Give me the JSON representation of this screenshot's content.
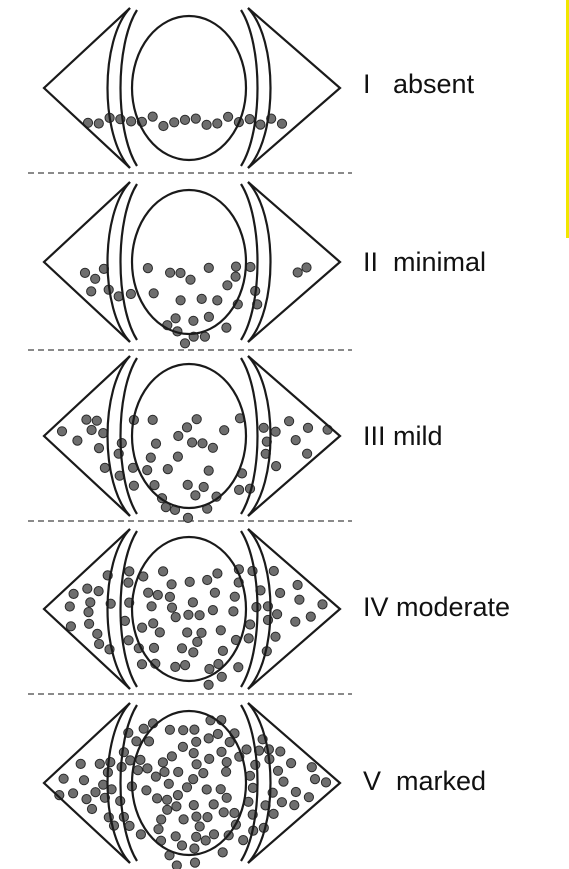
{
  "colors": {
    "line": "#1a1a1a",
    "particle_fill": "#6e6e6e",
    "particle_stroke": "#2b2b2b",
    "divider": "#444444",
    "accent": "#f2e600"
  },
  "grades": [
    {
      "label": "I   absent"
    },
    {
      "label": "II  minimal"
    },
    {
      "label": "III mild"
    },
    {
      "label": "IV moderate"
    },
    {
      "label": "V  marked"
    }
  ]
}
